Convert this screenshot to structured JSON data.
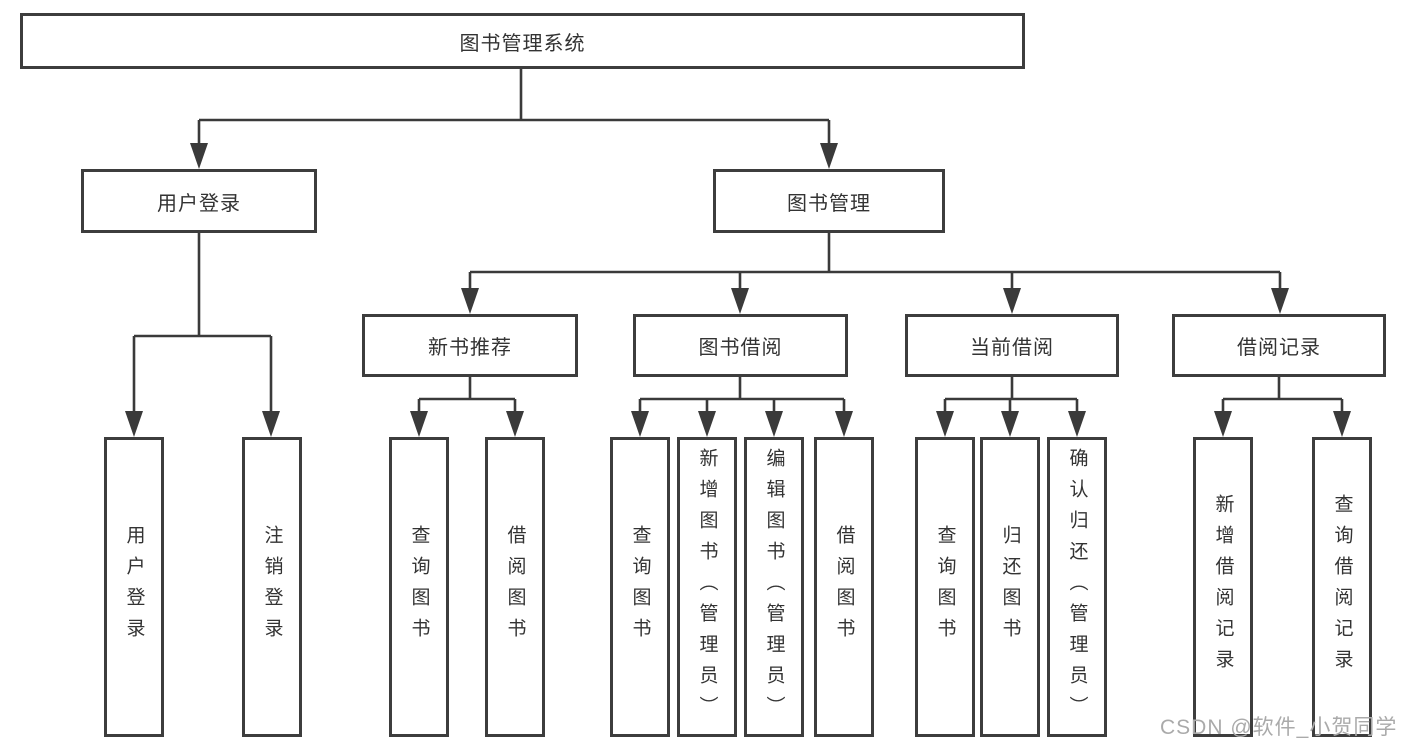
{
  "diagram": {
    "title": "图书管理系统",
    "tree": {
      "root": {
        "label": "图书管理系统"
      },
      "branches": [
        {
          "label": "用户登录",
          "children": [
            {
              "label": "用户登录"
            },
            {
              "label": "注销登录"
            }
          ]
        },
        {
          "label": "图书管理",
          "children": [
            {
              "label": "新书推荐",
              "children": [
                {
                  "label": "查询图书"
                },
                {
                  "label": "借阅图书"
                }
              ]
            },
            {
              "label": "图书借阅",
              "children": [
                {
                  "label": "查询图书"
                },
                {
                  "label": "新增图书（管理员）"
                },
                {
                  "label": "编辑图书（管理员）"
                },
                {
                  "label": "借阅图书"
                }
              ]
            },
            {
              "label": "当前借阅",
              "children": [
                {
                  "label": "查询图书"
                },
                {
                  "label": "归还图书"
                },
                {
                  "label": "确认归还（管理员）"
                }
              ]
            },
            {
              "label": "借阅记录",
              "children": [
                {
                  "label": "新增借阅记录"
                },
                {
                  "label": "查询借阅记录"
                }
              ]
            }
          ]
        }
      ]
    },
    "watermark": "CSDN @软件_小贺同学",
    "colors": {
      "line": "#3a3a3a",
      "box_border": "#3d3d3d",
      "text": "#333333",
      "watermark": "#aaaaaa",
      "background": "#ffffff"
    }
  }
}
